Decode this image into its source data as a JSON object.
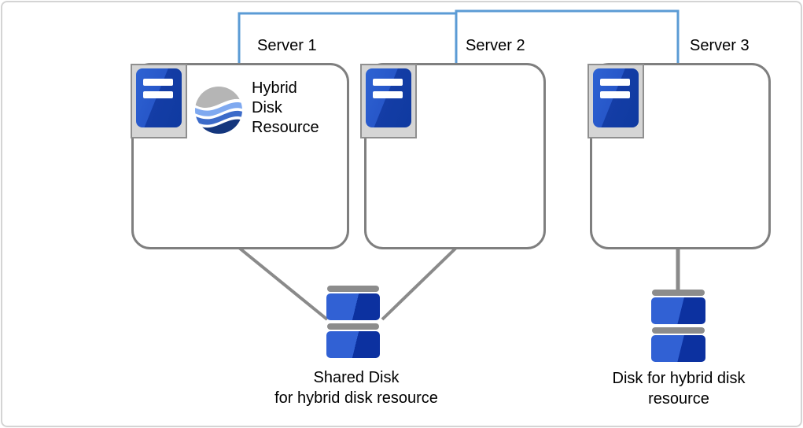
{
  "diagram": {
    "type": "cluster-architecture-diagram",
    "servers": [
      {
        "label": "Server 1"
      },
      {
        "label": "Server 2"
      },
      {
        "label": "Server 3"
      }
    ],
    "hybrid_resource": {
      "label": "Hybrid Disk Resource",
      "icon": "hybrid-disk-swirl-icon"
    },
    "shared_disk": {
      "label_lines": [
        "Shared Disk",
        "for hybrid disk resource"
      ],
      "icon": "disk-stack-icon"
    },
    "hybrid_disk": {
      "label_lines": [
        "Disk for hybrid disk",
        "resource"
      ],
      "icon": "disk-stack-icon"
    },
    "connections": [
      {
        "from": "Server 1",
        "to": "Server 2",
        "style": "interconnect-blue"
      },
      {
        "from": "Server 2",
        "to": "Server 3",
        "style": "interconnect-blue"
      },
      {
        "from": "Server 1",
        "to": "Shared Disk",
        "style": "disk-link-gray"
      },
      {
        "from": "Server 2",
        "to": "Shared Disk",
        "style": "disk-link-gray"
      },
      {
        "from": "Server 3",
        "to": "Disk for hybrid disk resource",
        "style": "disk-link-gray"
      }
    ],
    "colors": {
      "interconnect_blue": "#5B9BD5",
      "connector_gray": "#8A8A8A",
      "box_border_gray": "#7F7F7F",
      "server_icon_frame": "#D5D5D5",
      "server_icon_blue_light": "#2E63D3",
      "server_icon_blue_dark": "#0F3AA0",
      "disk_blue_light": "#3161D4",
      "disk_blue_dark": "#0C31A0",
      "disk_cap_gray": "#8C8C8C",
      "swirl_gray": "#B5B5B5",
      "swirl_light_blue": "#7FA9F0",
      "swirl_mid_blue": "#3C6BC9",
      "swirl_navy": "#14367D",
      "text": "#000000",
      "canvas_border": "#D4D4D4"
    }
  }
}
